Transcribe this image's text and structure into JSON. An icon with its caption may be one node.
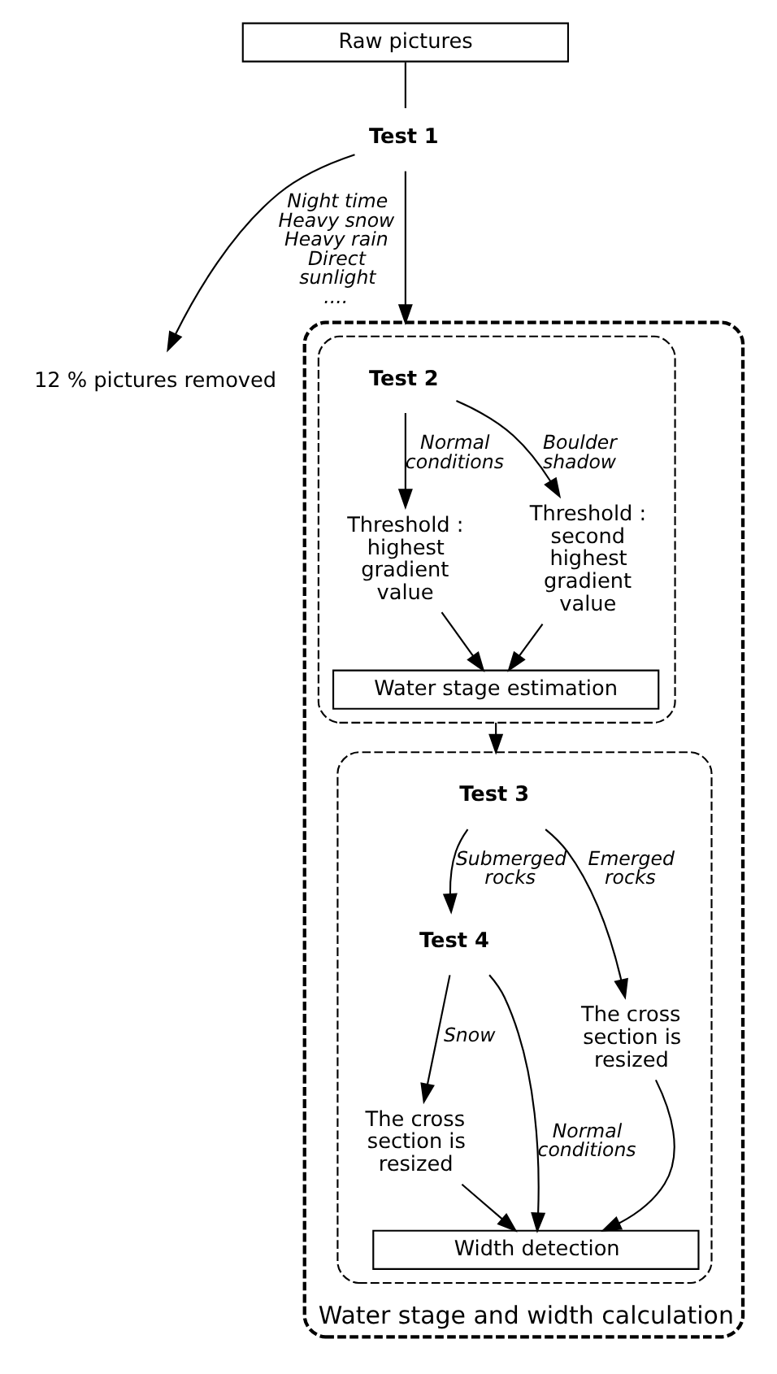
{
  "diagram": {
    "nodes": [
      {
        "text": [
          "Raw pictures"
        ]
      },
      {
        "text": [
          "Test 1"
        ]
      },
      {
        "text": [
          "12 % pictures removed"
        ]
      },
      {
        "text": [
          "Water stage and width calculation"
        ]
      },
      {
        "text": [],
        "shape": "box",
        "in": 3
      },
      {
        "text": [
          "Test 2"
        ],
        "in": 4
      },
      {
        "text": [
          "Threshold : highest gradient value"
        ],
        "in": 4
      },
      {
        "text": [
          "Threshold : second highest gradient value"
        ],
        "in": 4
      },
      {
        "text": [
          "Water stage estimation"
        ],
        "in": 4
      },
      {
        "text": [],
        "shape": "box",
        "in": 3
      },
      {
        "text": [
          "Test 3"
        ],
        "in": 9
      },
      {
        "text": [
          "Test 4"
        ],
        "in": 9
      },
      {
        "text": [
          "The cross section is resized"
        ],
        "in": 9
      },
      {
        "text": [
          "The cross section is resized"
        ],
        "in": 9
      },
      {
        "text": [
          "Width detection"
        ],
        "in": 9
      }
    ],
    "edges": [
      {
        "from": 0,
        "to": 1,
        "arrow": "none"
      },
      {
        "from": 1,
        "to": 2,
        "arrow": "to",
        "label": "Night time Heavy snow Heavy rain Direct sunlight ...."
      },
      {
        "from": 1,
        "to": 3,
        "arrow": "to"
      },
      {
        "from": 5,
        "to": 6,
        "arrow": "to",
        "label": "Normal conditions"
      },
      {
        "from": 5,
        "to": 7,
        "arrow": "to",
        "label": "Boulder shadow"
      },
      {
        "from": 6,
        "to": 8,
        "arrow": "to"
      },
      {
        "from": 7,
        "to": 8,
        "arrow": "to"
      },
      {
        "from": 4,
        "to": 9,
        "arrow": "to"
      },
      {
        "from": 10,
        "to": 11,
        "arrow": "to",
        "label": "Submerged rocks"
      },
      {
        "from": 10,
        "to": 13,
        "arrow": "to",
        "label": "Emerged rocks"
      },
      {
        "from": 11,
        "to": 12,
        "arrow": "to",
        "label": "Snow"
      },
      {
        "from": 11,
        "to": 14,
        "arrow": "to",
        "label": "Normal conditions"
      },
      {
        "from": 12,
        "to": 14,
        "arrow": "to"
      },
      {
        "from": 13,
        "to": 14,
        "arrow": "to"
      }
    ]
  }
}
